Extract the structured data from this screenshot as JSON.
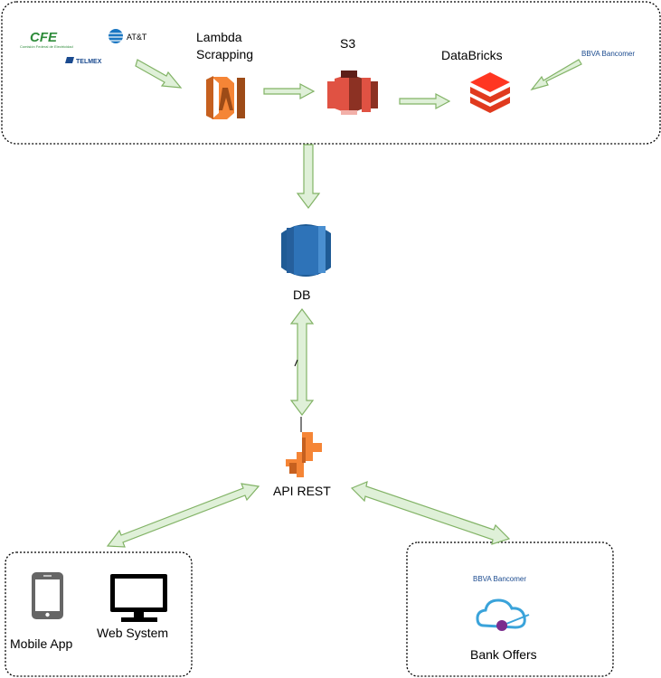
{
  "logos": {
    "cfe": "CFE",
    "cfe_sub": "Comisión Federal de Electricidad",
    "att": "AT&T",
    "telmex": "TELMEX",
    "bbva_top": "BBVA Bancomer",
    "bbva_bottom": "BBVA Bancomer"
  },
  "nodes": {
    "lambda_line1": "Lambda",
    "lambda_line2": "Scrapping",
    "s3": "S3",
    "databricks": "DataBricks",
    "db": "DB",
    "api": "API REST",
    "mobile": "Mobile App",
    "web": "Web System",
    "bank_offers": "Bank Offers"
  },
  "colors": {
    "arrow_fill": "#dff0d8",
    "arrow_stroke": "#82b366",
    "aws_orange": "#f58536",
    "aws_red": "#e05243",
    "db_blue": "#2e73b8",
    "bbva_blue": "#1a4a8f",
    "cfe_green": "#2e8b3a"
  },
  "icons": [
    "lambda-icon",
    "s3-icon",
    "databricks-icon",
    "database-icon",
    "api-gateway-icon",
    "mobile-phone-icon",
    "monitor-icon",
    "cloud-service-icon"
  ]
}
